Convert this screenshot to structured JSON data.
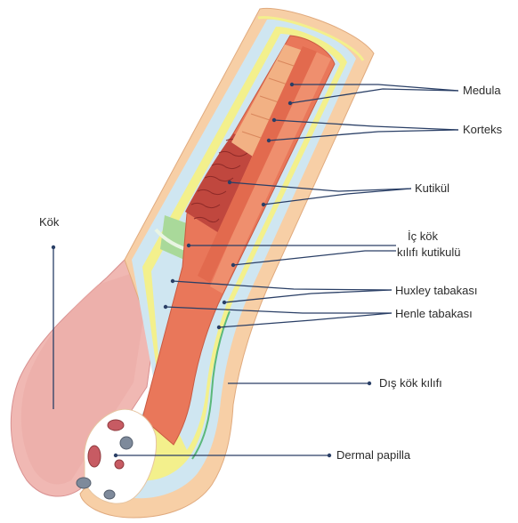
{
  "labels": {
    "kok": "Kök",
    "medula": "Medula",
    "korteks": "Korteks",
    "kutikul": "Kutikül",
    "ic_kok_line1": "İç kök",
    "ic_kok_line2": "kılıfı kutikulü",
    "huxley": "Huxley tabakası",
    "henle": "Henle tabakası",
    "dis_kok": "Dış kök kılıfı",
    "dermal_papilla": "Dermal papilla"
  },
  "colors": {
    "outer_sheath": "#f7cfa6",
    "light_blue": "#cfe6f1",
    "yellow": "#f3f08c",
    "green": "#a9d99a",
    "cortex": "#e9775a",
    "medulla": "#f2b184",
    "cuticle": "#c0473e",
    "bulb_pink": "#f0b8b3",
    "leader_line": "#2a3f66"
  }
}
